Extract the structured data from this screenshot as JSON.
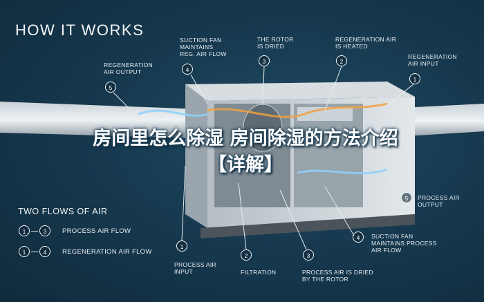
{
  "header": {
    "title": "HOW IT WORKS"
  },
  "overlay_caption": "房间里怎么除湿 房间除湿的方法介绍【详解】",
  "top_callouts": [
    {
      "number": "5",
      "text": "REGENERATION\nAIR OUTPUT"
    },
    {
      "number": "4",
      "text": "SUCTION FAN\nMAINTAINS\nREG. AIR FLOW"
    },
    {
      "number": "3",
      "text": "THE ROTOR\nIS DRIED"
    },
    {
      "number": "2",
      "text": "REGENERATION AIR\nIS HEATED"
    },
    {
      "number": "1",
      "text": "REGENERATION\nAIR INPUT"
    }
  ],
  "bottom_callouts": [
    {
      "number": "1",
      "text": "PROCESS AIR\nINPUT"
    },
    {
      "number": "2",
      "text": "FILTRATION"
    },
    {
      "number": "3",
      "text": "PROCESS AIR IS DRIED\nBY THE ROTOR"
    },
    {
      "number": "4",
      "text": "SUCTION FAN\nMAINTAINS PROCESS\nAIR FLOW"
    },
    {
      "number": "5",
      "text": "PROCESS AIR\nOUTPUT"
    }
  ],
  "legend": {
    "title": "TWO FLOWS OF AIR",
    "flows": [
      {
        "from": "1",
        "to": "3",
        "label": "PROCESS AIR FLOW"
      },
      {
        "from": "1",
        "to": "4",
        "label": "REGENERATION AIR FLOW"
      }
    ]
  },
  "colors": {
    "background": "#173a50",
    "accent_regeneration": "#f0a040",
    "accent_process": "#8fd0ff"
  }
}
